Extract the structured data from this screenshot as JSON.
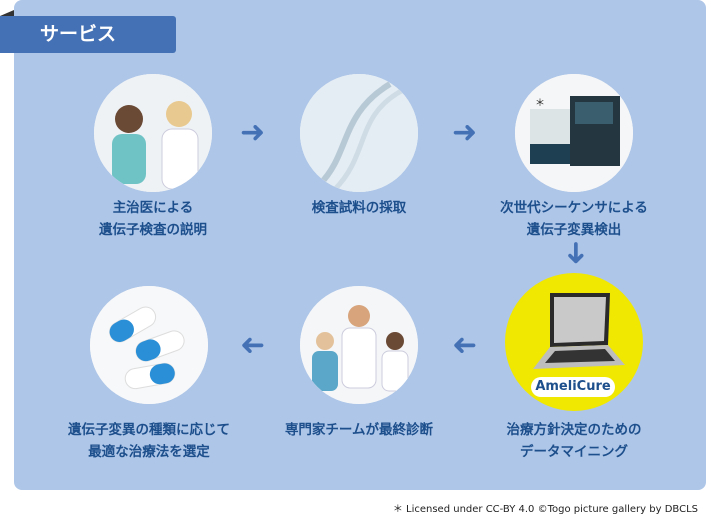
{
  "header": {
    "tab_label": "サービス"
  },
  "steps": [
    {
      "line1": "主治医による",
      "line2": "遺伝子検査の説明",
      "icon": "doctor-patient-image"
    },
    {
      "line1": "検査試料の採取",
      "line2": "",
      "icon": "dna-image"
    },
    {
      "line1": "次世代シーケンサによる",
      "line2": "遺伝子変異検出",
      "icon": "sequencer-image"
    },
    {
      "line1": "治療方針決定のための",
      "line2": "データマイニング",
      "icon": "laptop-image",
      "badge": "AmeliCure"
    },
    {
      "line1": "専門家チームが最終診断",
      "line2": "",
      "icon": "expert-team-image"
    },
    {
      "line1": "遺伝子変異の種類に応じて",
      "line2": "最適な治療法を選定",
      "icon": "capsules-image"
    }
  ],
  "footnote": {
    "marker": "＊",
    "text": "＊ Licensed under CC-BY 4.0 ©Togo picture gallery by DBCLS"
  },
  "colors": {
    "panel": "#aec6e8",
    "tab": "#4471b5",
    "text": "#1d4f8c",
    "highlight": "#f0e800"
  }
}
